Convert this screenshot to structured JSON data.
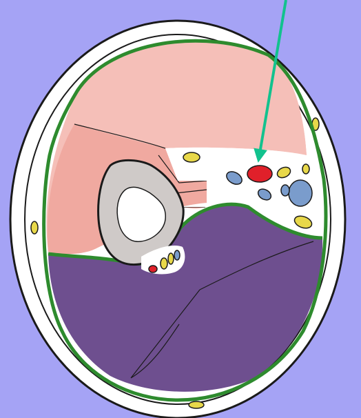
{
  "diagram": {
    "subject": "cross-section",
    "colors": {
      "background": "#a5a3f5",
      "skin": "#ffffff",
      "outline": "#1a1a1a",
      "fascia": "#2e8b2e",
      "anterior_compartment": "#f5bfb8",
      "anterior_compartment_dark": "#f0a9a0",
      "posterior_compartment": "#6e4f8f",
      "bone_cortex": "#cfcac8",
      "bone_marrow": "#ffffff",
      "neurovascular_fat": "#ffffff",
      "artery": "#e0202a",
      "vein": "#7a9ccc",
      "nerve": "#e8d84a",
      "pointer_arrow": "#12c28e"
    },
    "structures": [
      {
        "id": "anterior-compartment",
        "kind": "muscle-compartment"
      },
      {
        "id": "posterior-compartment",
        "kind": "muscle-compartment"
      },
      {
        "id": "bone",
        "kind": "bone"
      },
      {
        "id": "main-artery",
        "kind": "artery",
        "highlighted": true
      },
      {
        "id": "veins",
        "kind": "vein"
      },
      {
        "id": "nerves",
        "kind": "nerve"
      },
      {
        "id": "deep-fascia",
        "kind": "fascia"
      },
      {
        "id": "skin",
        "kind": "skin"
      }
    ],
    "pointer": {
      "target": "main-artery",
      "icon": "arrow-icon"
    }
  }
}
